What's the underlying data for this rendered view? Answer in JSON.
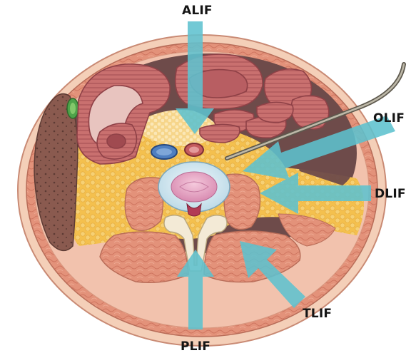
{
  "labels": {
    "alif": "ALIF",
    "olif": "OLIF",
    "dlif": "DLIF",
    "tlif": "TLIF",
    "plif": "PLIF"
  },
  "colors": {
    "arrow": "#5ec2cf",
    "skin": "#f4cfb8",
    "muscle": "#e3927a",
    "muscle_dark": "#c96c58",
    "fat": "#f4c04e",
    "fat_light": "#f7d27a",
    "bowel": "#c9706f",
    "bowel_dark": "#9e4d51",
    "cavity": "#6e4b4a",
    "kidney": "#8a5a4f",
    "disc": "#cfe6ef",
    "nucleus": "#e7a6c4",
    "bone": "#f3ead6",
    "vein": "#4f7fc0",
    "artery": "#c45b5e",
    "instrument": "#8f8a7c"
  },
  "icons": [
    "retractor-instrument-icon",
    "approach-arrow-icon"
  ]
}
